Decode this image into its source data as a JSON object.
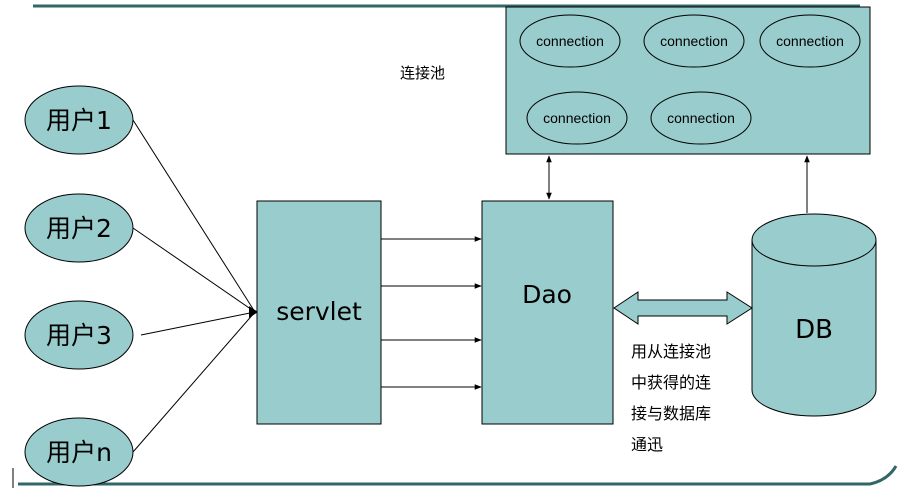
{
  "users": [
    {
      "label": "用户1"
    },
    {
      "label": "用户2"
    },
    {
      "label": "用户3"
    },
    {
      "label": "用户n"
    }
  ],
  "servlet": {
    "label": "servlet"
  },
  "dao": {
    "label": "Dao"
  },
  "db": {
    "label": "DB"
  },
  "pool": {
    "label": "连接池",
    "connections": [
      "connection",
      "connection",
      "connection",
      "connection",
      "connection"
    ]
  },
  "note": {
    "lines": [
      "用从连接池",
      "中获得的连",
      "接与数据库",
      "通迅"
    ]
  },
  "colors": {
    "fill": "#99cccc",
    "frame": "#336666"
  }
}
